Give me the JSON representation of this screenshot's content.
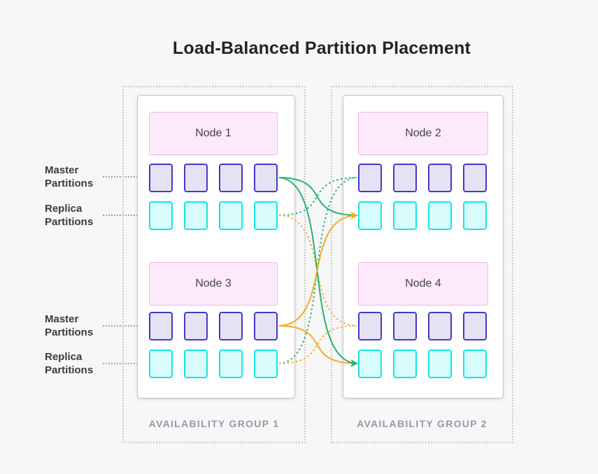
{
  "title": "Load-Balanced Partition Placement",
  "groups": [
    {
      "label": "AVAILABILITY GROUP 1",
      "nodes": [
        {
          "name": "Node 1"
        },
        {
          "name": "Node 3"
        }
      ]
    },
    {
      "label": "AVAILABILITY GROUP 2",
      "nodes": [
        {
          "name": "Node 2"
        },
        {
          "name": "Node 4"
        }
      ]
    }
  ],
  "side_labels": [
    {
      "text": "Master Partitions"
    },
    {
      "text": "Replica Partitions"
    },
    {
      "text": "Master Partitions"
    },
    {
      "text": "Replica Partitions"
    }
  ],
  "partitions_per_row": 4,
  "colors": {
    "master_fill": "#e5e2f4",
    "master_border": "#4737c5",
    "replica_fill": "#d8fcfb",
    "replica_border": "#14e5e2",
    "node_header_fill": "#fce9fa",
    "node_header_border": "#f1b6e7",
    "green": "#28b46e",
    "orange": "#f7aa25"
  },
  "connections": [
    {
      "from": "node1-replica",
      "to": "node2-master",
      "style": "dotted",
      "color": "green",
      "arrow": false
    },
    {
      "from": "node3-replica",
      "to": "node2-master",
      "style": "dotted",
      "color": "green",
      "arrow": false
    },
    {
      "from": "node1-replica",
      "to": "node4-master",
      "style": "dotted",
      "color": "orange",
      "arrow": false
    },
    {
      "from": "node3-replica",
      "to": "node4-master",
      "style": "dotted",
      "color": "orange",
      "arrow": false
    },
    {
      "from": "node1-master",
      "to": "node2-replica",
      "style": "solid",
      "color": "green",
      "arrow": false
    },
    {
      "from": "node3-master",
      "to": "node4-replica",
      "style": "solid",
      "color": "orange",
      "arrow": false
    },
    {
      "from": "node1-master",
      "to": "node4-replica",
      "style": "solid",
      "color": "green",
      "arrow": true
    },
    {
      "from": "node3-master",
      "to": "node2-replica",
      "style": "solid",
      "color": "orange",
      "arrow": true
    }
  ]
}
